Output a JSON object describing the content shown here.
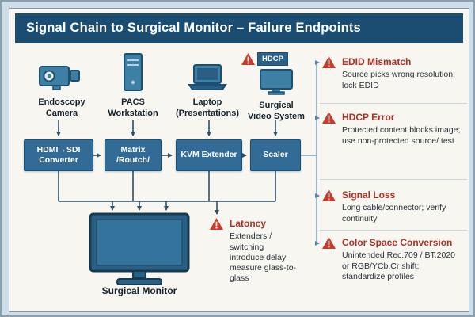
{
  "header": {
    "title": "Signal Chain to Surgical Monitor – Failure Endpoints"
  },
  "sources": [
    {
      "label": "Endoscopy\nCamera",
      "icon": "camera-icon"
    },
    {
      "label": "PACS\nWorkstation",
      "icon": "workstation-icon"
    },
    {
      "label": "Laptop\n(Presentations)",
      "icon": "laptop-icon"
    },
    {
      "label": "Surgical\nVideo System",
      "icon": "video-system-icon",
      "badge": "HDCP"
    }
  ],
  "chain": [
    {
      "label": "HDMI→SDI\nConverter"
    },
    {
      "label": "Matrix\n/Routch/"
    },
    {
      "label": "KVM Extender"
    },
    {
      "label": "Scaler"
    }
  ],
  "monitor": {
    "label": "Surgical Monitor"
  },
  "latency_note": {
    "title": "Latoncy",
    "body": "Extenders / switching introduce delay measure glass-to-glass"
  },
  "failures": [
    {
      "title": "EDID Mismatch",
      "body": "Source picks wrong resolution; lock EDID"
    },
    {
      "title": "HDCP Error",
      "body": "Protected content blocks image; use non-protected source/ test"
    },
    {
      "title": "Signal Loss",
      "body": "Long cable/connector; verify continuity"
    },
    {
      "title": "Color Space Conversion",
      "body": "Unintended Rec.709 / BT.2020 or RGB/YCb.Cr shift; standardize profiles"
    }
  ],
  "colors": {
    "accent": "#1b4d73",
    "box": "#326b96",
    "warning": "#c73b2a",
    "failure_title": "#aa3226"
  }
}
